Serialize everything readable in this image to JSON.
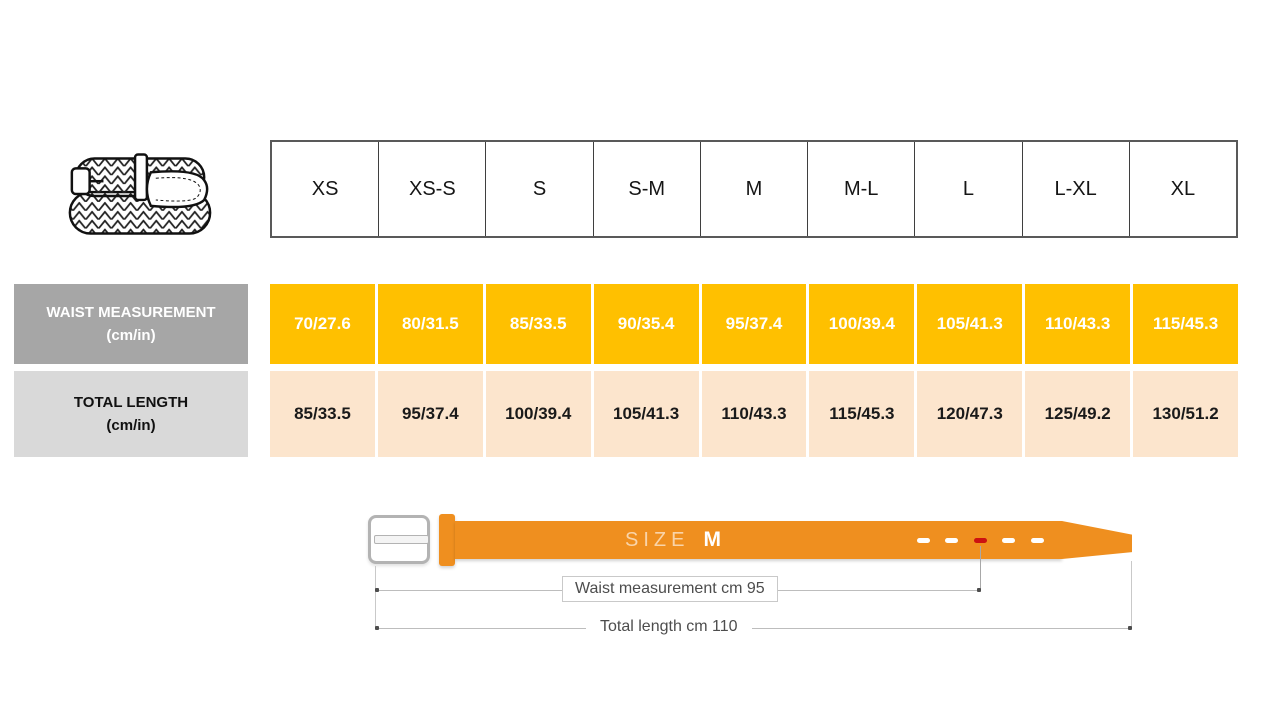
{
  "size_header": [
    "XS",
    "XS-S",
    "S",
    "S-M",
    "M",
    "M-L",
    "L",
    "L-XL",
    "XL"
  ],
  "waist_row": {
    "label": "WAIST MEASUREMENT",
    "unit": "(cm/in)",
    "values": [
      "70/27.6",
      "80/31.5",
      "85/33.5",
      "90/35.4",
      "95/37.4",
      "100/39.4",
      "105/41.3",
      "110/43.3",
      "115/45.3"
    ]
  },
  "length_row": {
    "label": "TOTAL LENGTH",
    "unit": "(cm/in)",
    "values": [
      "85/33.5",
      "95/37.4",
      "100/39.4",
      "105/41.3",
      "110/43.3",
      "115/45.3",
      "120/47.3",
      "125/49.2",
      "130/51.2"
    ]
  },
  "diagram": {
    "size_label": "SIZE",
    "size_value": "M",
    "waist_caption": "Waist measurement cm 95",
    "length_caption": "Total length cm 110"
  },
  "colors": {
    "waist_cell_bg": "#ffc000",
    "length_cell_bg": "#fce5cd",
    "waist_label_bg": "#a6a6a6",
    "length_label_bg": "#d9d9d9",
    "belt_orange": "#ef8f1f",
    "red_hole_marker": "#cc1111"
  },
  "chart_data": {
    "type": "table",
    "columns": [
      "XS",
      "XS-S",
      "S",
      "S-M",
      "M",
      "M-L",
      "L",
      "L-XL",
      "XL"
    ],
    "rows": [
      {
        "label": "WAIST MEASUREMENT (cm/in)",
        "values": [
          "70/27.6",
          "80/31.5",
          "85/33.5",
          "90/35.4",
          "95/37.4",
          "100/39.4",
          "105/41.3",
          "110/43.3",
          "115/45.3"
        ]
      },
      {
        "label": "TOTAL LENGTH (cm/in)",
        "values": [
          "85/33.5",
          "95/37.4",
          "100/39.4",
          "105/41.3",
          "110/43.3",
          "115/45.3",
          "120/47.3",
          "125/49.2",
          "130/51.2"
        ]
      }
    ],
    "annotations": [
      "SIZE M",
      "Waist measurement cm 95",
      "Total length cm 110"
    ]
  }
}
